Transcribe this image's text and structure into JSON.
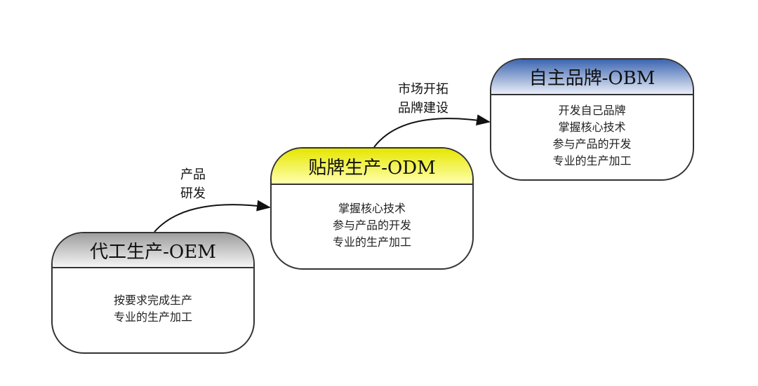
{
  "stages": [
    {
      "title": "代工生产-OEM",
      "lines": [
        "按要求完成生产",
        "专业的生产加工"
      ],
      "color": "#9e9e9e"
    },
    {
      "title": "贴牌生产-ODM",
      "lines": [
        "掌握核心技术",
        "参与产品的开发",
        "专业的生产加工"
      ],
      "color": "#e6e600"
    },
    {
      "title": "自主品牌-OBM",
      "lines": [
        "开发自己品牌",
        "掌握核心技术",
        "参与产品的开发",
        "专业的生产加工"
      ],
      "color": "#3d66b0"
    }
  ],
  "transitions": [
    {
      "lines": [
        "产品",
        "研发"
      ]
    },
    {
      "lines": [
        "市场开拓",
        "品牌建设"
      ]
    }
  ]
}
